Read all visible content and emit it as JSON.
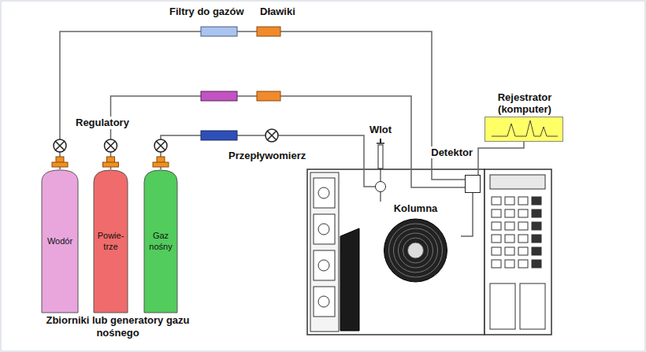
{
  "diagram": {
    "nodes": [
      {
        "text": [
          "Wodór"
        ]
      },
      {
        "text": [
          "Powie- trze"
        ]
      },
      {
        "text": [
          "Gaz nośny"
        ]
      },
      {
        "text": [
          "Wlot"
        ]
      },
      {
        "text": [
          "Kolumna"
        ]
      },
      {
        "text": [
          "Detektor"
        ]
      },
      {
        "text": [
          "Rejestrator (komputer)"
        ]
      }
    ],
    "edges": [
      {
        "from": 0,
        "to": 5,
        "arrow": "none"
      },
      {
        "from": 1,
        "to": 5,
        "arrow": "none"
      },
      {
        "from": 2,
        "to": 3,
        "arrow": "none"
      },
      {
        "from": 3,
        "to": 4,
        "arrow": "none"
      },
      {
        "from": 4,
        "to": 5,
        "arrow": "none"
      },
      {
        "from": 5,
        "to": 6,
        "arrow": "none"
      }
    ],
    "labels": [
      "Filtry do gazów",
      "Dławiki",
      "Regulatory",
      "Przepływomierz",
      "Zbiorniki lub generatory gazu nośnego"
    ]
  }
}
